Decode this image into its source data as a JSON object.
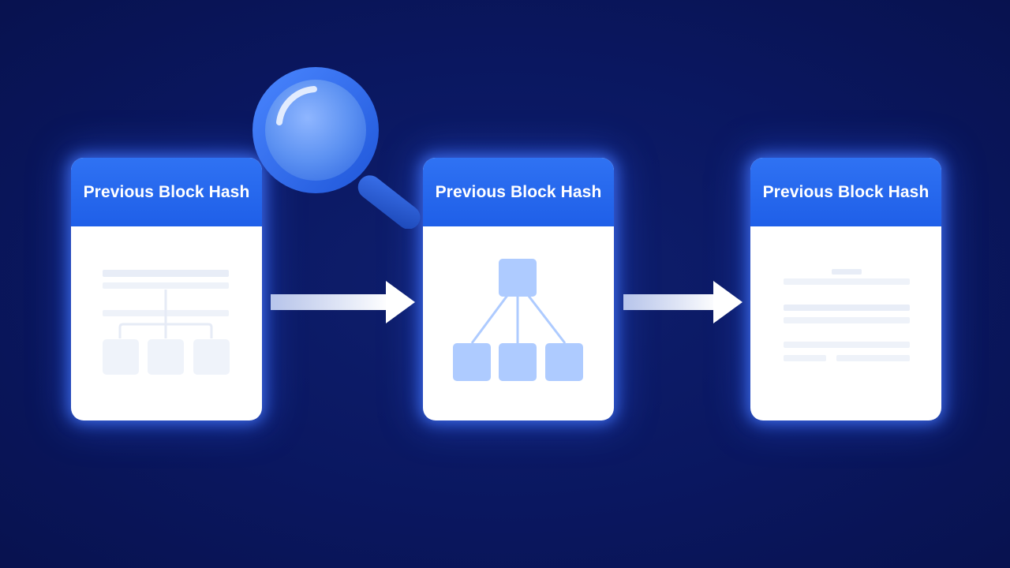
{
  "blocks": [
    {
      "header": "Previous Block Hash"
    },
    {
      "header": "Previous Block Hash"
    },
    {
      "header": "Previous Block Hash"
    }
  ],
  "icons": {
    "magnifier": "magnifying-glass-icon",
    "tree": "hierarchy-tree-icon",
    "arrow": "arrow-right-icon"
  },
  "colors": {
    "background": "#0a1760",
    "header": "#2f72f3",
    "card": "#ffffff",
    "glow": "#4678ff",
    "tree_node": "#aecbff",
    "faded_line": "#e6ecf8"
  }
}
